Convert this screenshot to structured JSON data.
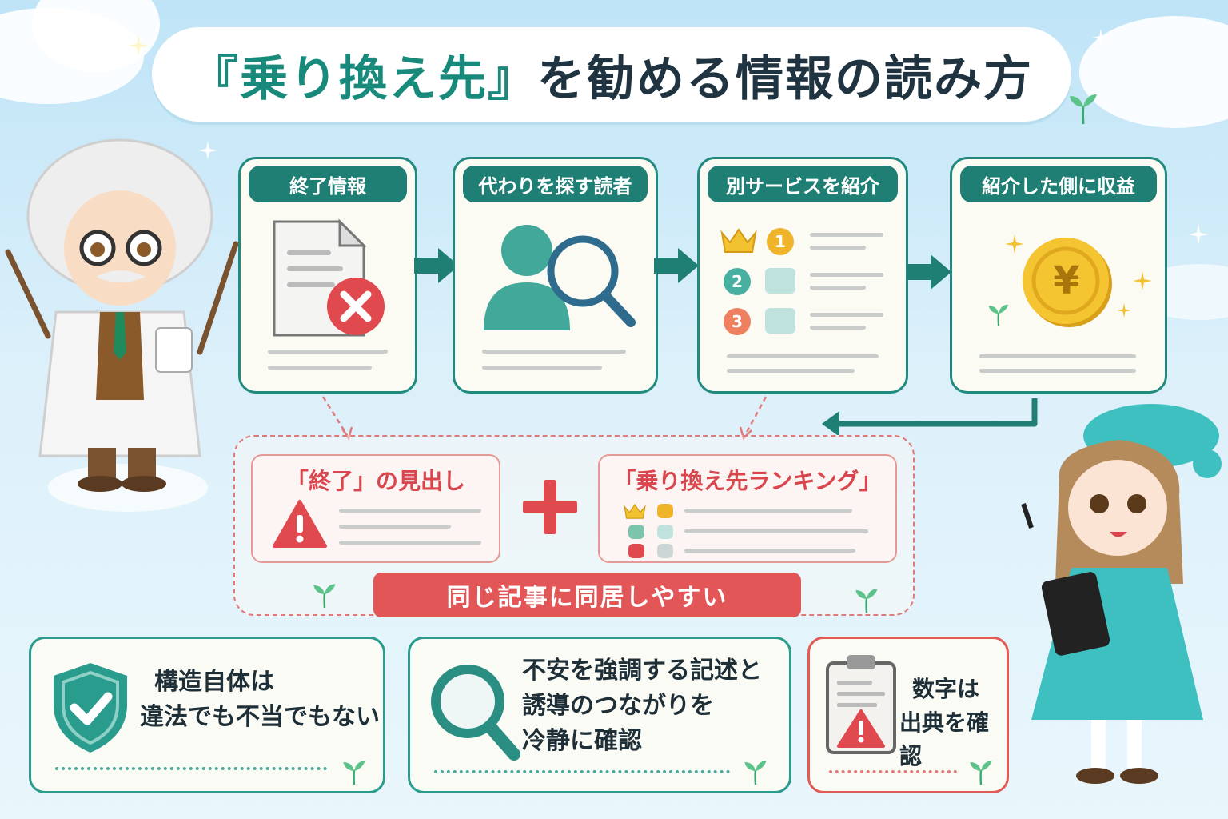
{
  "title": {
    "highlight": "『乗り換え先』",
    "rest": "を勧める情報の読み方"
  },
  "steps": [
    {
      "label": "終了情報"
    },
    {
      "label": "代わりを探す読者"
    },
    {
      "label": "別サービスを紹介"
    },
    {
      "label": "紹介した側に収益"
    }
  ],
  "ranking_numbers": [
    "1",
    "2",
    "3"
  ],
  "coin_symbol": "¥",
  "middle": {
    "left_title": "「終了」の見出し",
    "plus": "+",
    "right_title": "「乗り換え先ランキング」",
    "banner": "同じ記事に同居しやすい"
  },
  "bottom": [
    {
      "lines": [
        "構造自体は",
        "違法でも不当でもない"
      ]
    },
    {
      "lines": [
        "不安を強調する記述と",
        "誘導のつながりを",
        "冷静に確認"
      ]
    },
    {
      "lines": [
        "数字は",
        "出典を確認"
      ]
    }
  ],
  "colors": {
    "teal": "#1f7f74",
    "red": "#e25657",
    "title_teal": "#178a7c",
    "coin": "#f2b824"
  },
  "icons": [
    "document-x-icon",
    "person-search-icon",
    "ranking-crown-icon",
    "yen-coin-icon",
    "warning-icon",
    "shield-check-icon",
    "magnifier-icon",
    "clipboard-warning-icon"
  ]
}
